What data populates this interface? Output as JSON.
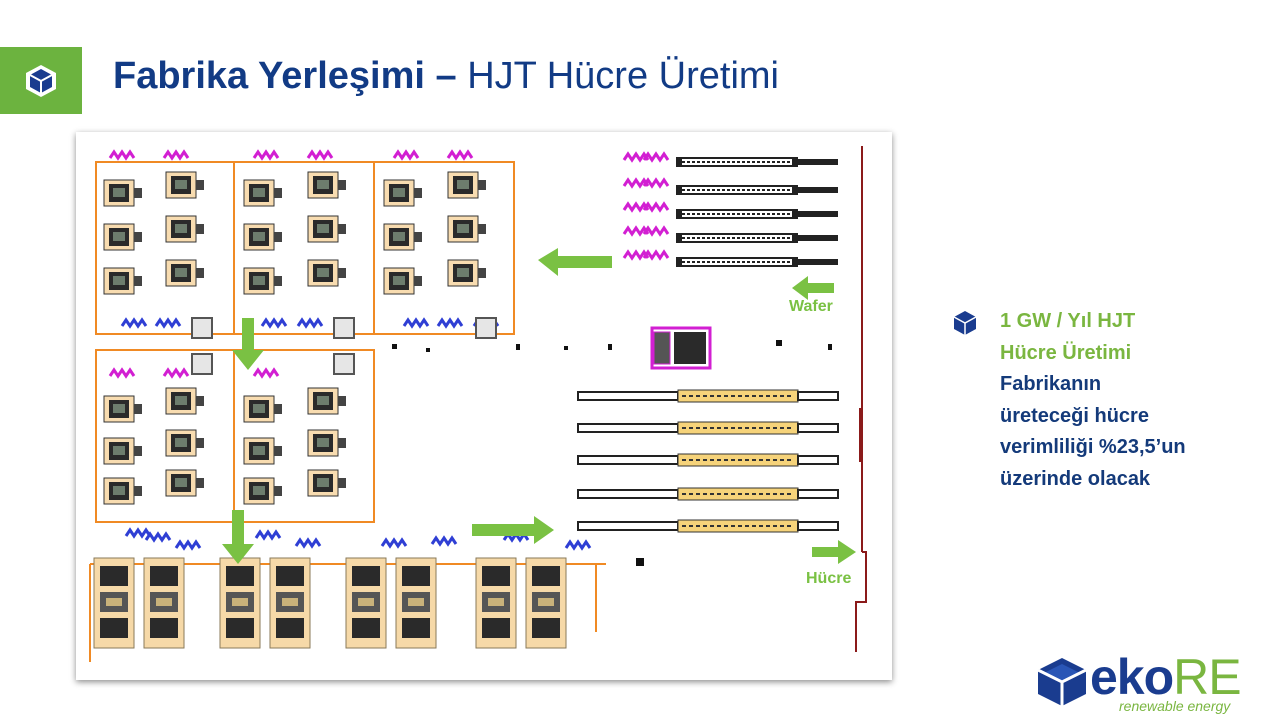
{
  "header": {
    "title_bold": "Fabrika Yerleşimi –",
    "title_rest": "HJT Hücre Üretimi"
  },
  "diagram": {
    "wafer_label": "Wafer",
    "cell_label": "Hücre"
  },
  "info": {
    "line1": "1 GW / Yıl HJT",
    "line2": "Hücre Üretimi",
    "line3": "Fabrikanın",
    "line4": "üreteceği hücre",
    "line5": "verimliliği %23,5’un",
    "line6": "üzerinde olacak"
  },
  "logo": {
    "brand_a": "eko",
    "brand_b": "RE",
    "tagline": "renewable energy"
  },
  "colors": {
    "accent_green": "#6cb33f",
    "title_blue": "#123b85",
    "arrow_green": "#7ac143",
    "layout_orange": "#f08a24",
    "magenta": "#d21fd2",
    "blue": "#2f3fd4",
    "tan": "#f6d9a8"
  },
  "icons": [
    "cube-icon",
    "arrow-left-icon",
    "arrow-down-icon",
    "arrow-right-icon"
  ]
}
